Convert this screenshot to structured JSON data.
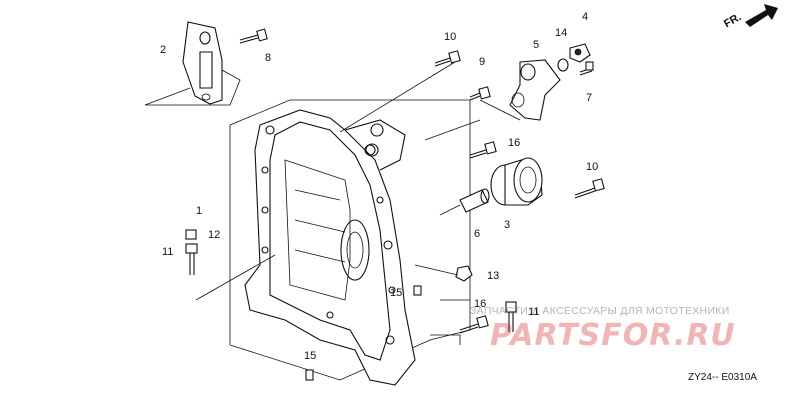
{
  "diagram": {
    "code": "ZY24-- E0310A",
    "direction_marker": "FR.",
    "watermark_text": "ЗАПЧАСТИ И АКСЕССУАРЫ ДЛЯ МОТОТЕХНИКИ",
    "watermark_logo": "PARTSFOR.RU",
    "watermark_logo_color": "#dc2828"
  },
  "callouts": {
    "c1": "1",
    "c2": "2",
    "c3": "3",
    "c4": "4",
    "c5": "5",
    "c6": "6",
    "c7": "7",
    "c8": "8",
    "c9": "9",
    "c10a": "10",
    "c10b": "10",
    "c11a": "11",
    "c11b": "11",
    "c12": "12",
    "c13": "13",
    "c14": "14",
    "c15a": "15",
    "c15b": "15",
    "c16a": "16",
    "c16b": "16"
  }
}
